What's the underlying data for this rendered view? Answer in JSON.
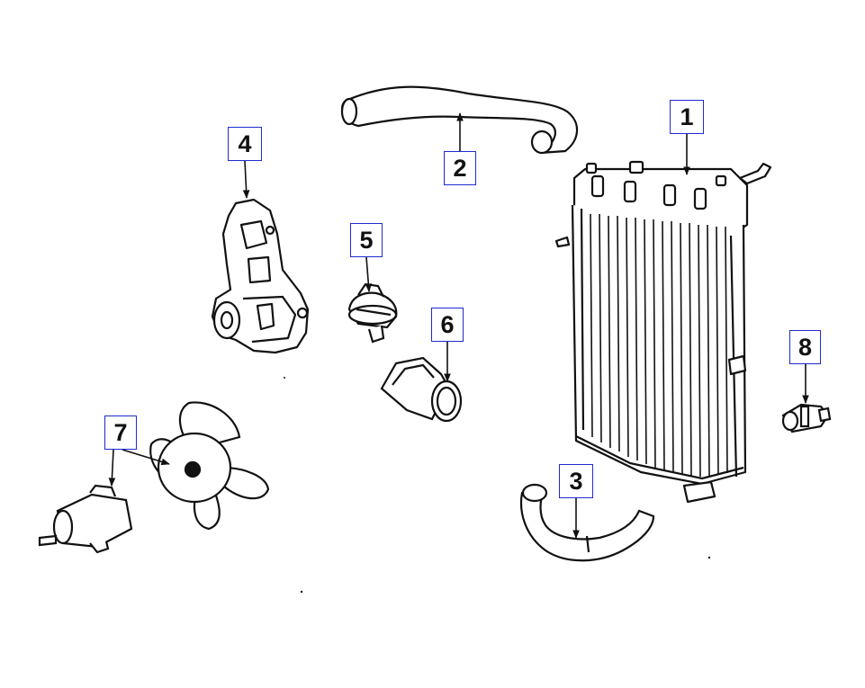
{
  "diagram": {
    "callout_color": "#1f2bd0",
    "line_color": "#111111",
    "parts": [
      {
        "number": "1",
        "part": "radiator"
      },
      {
        "number": "2",
        "part": "upper-hose"
      },
      {
        "number": "3",
        "part": "lower-hose"
      },
      {
        "number": "4",
        "part": "water-pump"
      },
      {
        "number": "5",
        "part": "thermostat"
      },
      {
        "number": "6",
        "part": "thermostat-housing"
      },
      {
        "number": "7",
        "part": "fan-motor"
      },
      {
        "number": "8",
        "part": "temperature-switch"
      }
    ]
  }
}
